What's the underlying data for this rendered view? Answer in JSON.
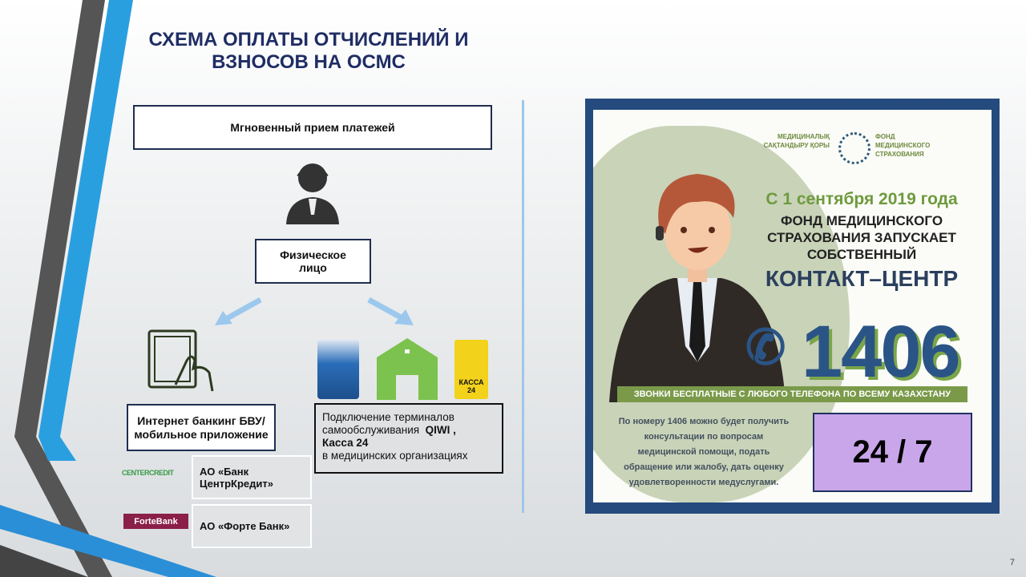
{
  "title": "СХЕМА ОПЛАТЫ ОТЧИСЛЕНИЙ И ВЗНОСОВ НА ОСМС",
  "instant_payments": "Мгновенный прием платежей",
  "person_label": "Физическое лицо",
  "internet_banking": "Интернет банкинг БВУ/мобильное приложение",
  "terminals": {
    "line1": "Подключение терминалов",
    "line2": "самообслуживания",
    "qiwi": "QIWI ,",
    "kassa": "Касса 24",
    "line4": "в медицинских организациях"
  },
  "banks": [
    {
      "logo": "CENTERCREDIT",
      "name": "АО «Банк ЦентрКредит»"
    },
    {
      "logo": "ForteBank",
      "name": "АО «Форте Банк»"
    }
  ],
  "kassa_logo": "КАССА 24",
  "poster": {
    "logo_kz": "МЕДИЦИНАЛЫҚ САҚТАНДЫРУ ҚОРЫ",
    "logo_ru": "ФОНД МЕДИЦИНСКОГО СТРАХОВАНИЯ",
    "date": "С 1 сентября 2019 года",
    "headline": "ФОНД МЕДИЦИНСКОГО СТРАХОВАНИЯ ЗАПУСКАЕТ СОБСТВЕННЫЙ",
    "contact": "КОНТАКТ–ЦЕНТР",
    "number": "1406",
    "free_calls": "ЗВОНКИ БЕСПЛАТНЫЕ С ЛЮБОГО ТЕЛЕФОНА ПО ВСЕМУ КАЗАХСТАНУ",
    "description": "По номеру 1406 можно будет получить консультации по вопросам медицинской помощи, подать обращение или жалобу, дать оценку удовлетворенности медуслугами.",
    "hours": "24 / 7"
  },
  "page_number": "7"
}
